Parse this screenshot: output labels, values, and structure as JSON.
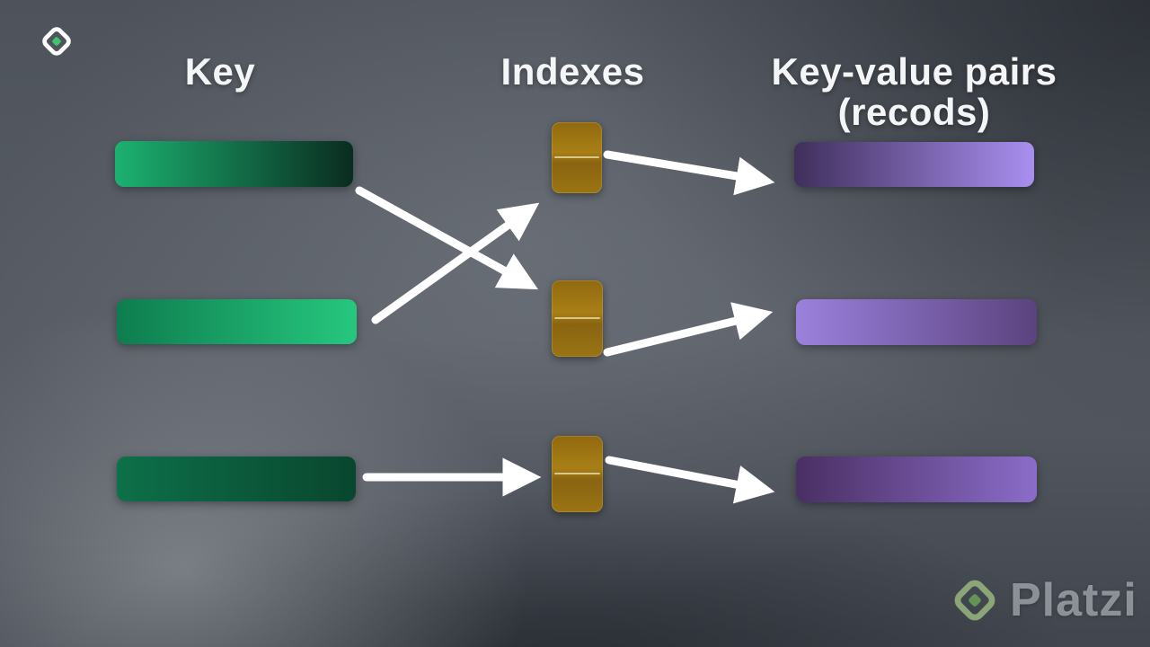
{
  "headers": {
    "key": "Key",
    "indexes": "Indexes",
    "kv_pairs_line1": "Key-value pairs",
    "kv_pairs_line2": "(recods)"
  },
  "branding": {
    "watermark": "Platzi",
    "logo": "platzi-logo",
    "logo_green": "#3ec46d"
  },
  "colors": {
    "arrow": "#ffffff",
    "index_gold": "#a87f15",
    "background_base": "#4e535b",
    "header_text": "#f4f5f6"
  },
  "diagram": {
    "keys": [
      {
        "id": "key-1",
        "gradient": [
          "#1cb271",
          "#0a2c20"
        ]
      },
      {
        "id": "key-2",
        "gradient": [
          "#0e7d4f",
          "#26c77e"
        ]
      },
      {
        "id": "key-3",
        "gradient": [
          "#0d7049",
          "#09462f"
        ]
      }
    ],
    "indexes": [
      {
        "id": "index-1"
      },
      {
        "id": "index-2"
      },
      {
        "id": "index-3"
      }
    ],
    "values": [
      {
        "id": "value-1",
        "gradient": [
          "#3f2f5b",
          "#a98ff0"
        ]
      },
      {
        "id": "value-2",
        "gradient": [
          "#9b81dc",
          "#5b437f"
        ]
      },
      {
        "id": "value-3",
        "gradient": [
          "#4a2f63",
          "#8b6cc9"
        ]
      }
    ],
    "connections": [
      {
        "from": "key-1",
        "to": "index-2"
      },
      {
        "from": "key-2",
        "to": "index-1"
      },
      {
        "from": "key-3",
        "to": "index-3"
      },
      {
        "from": "index-1",
        "to": "value-1"
      },
      {
        "from": "index-2",
        "to": "value-2"
      },
      {
        "from": "index-3",
        "to": "value-3"
      }
    ]
  }
}
